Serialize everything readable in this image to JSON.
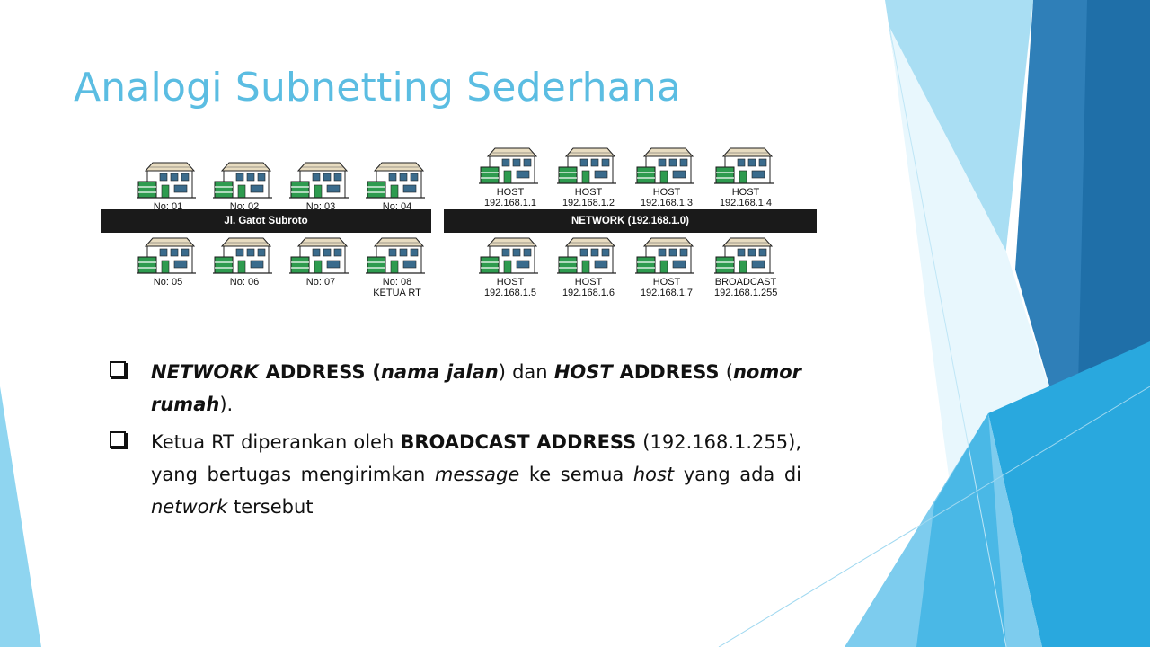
{
  "slide": {
    "title": "Analogi Subnetting Sederhana"
  },
  "left_street": {
    "name": "Jl. Gatot Subroto",
    "top_houses": [
      {
        "lines": [
          "No: 01"
        ]
      },
      {
        "lines": [
          "No: 02"
        ]
      },
      {
        "lines": [
          "No: 03"
        ]
      },
      {
        "lines": [
          "No: 04"
        ]
      }
    ],
    "bottom_houses": [
      {
        "lines": [
          "No: 05"
        ]
      },
      {
        "lines": [
          "No: 06"
        ]
      },
      {
        "lines": [
          "No: 07"
        ]
      },
      {
        "lines": [
          "No: 08",
          "KETUA RT"
        ]
      }
    ]
  },
  "right_street": {
    "name": "NETWORK (192.168.1.0)",
    "top_houses": [
      {
        "lines": [
          "HOST",
          "192.168.1.1"
        ]
      },
      {
        "lines": [
          "HOST",
          "192.168.1.2"
        ]
      },
      {
        "lines": [
          "HOST",
          "192.168.1.3"
        ]
      },
      {
        "lines": [
          "HOST",
          "192.168.1.4"
        ]
      }
    ],
    "bottom_houses": [
      {
        "lines": [
          "HOST",
          "192.168.1.5"
        ]
      },
      {
        "lines": [
          "HOST",
          "192.168.1.6"
        ]
      },
      {
        "lines": [
          "HOST",
          "192.168.1.7"
        ]
      },
      {
        "lines": [
          "BROADCAST",
          "192.168.1.255"
        ]
      }
    ]
  },
  "bullets": {
    "b1": {
      "network": "NETWORK",
      "address1": " ADDRESS (",
      "nama_jalan": "nama jalan",
      "dan": ") dan ",
      "host": "HOST",
      "address2": " ADDRESS",
      "open": " (",
      "nomor_rumah": "nomor rumah",
      "close": ")."
    },
    "b2": {
      "t1": "Ketua RT diperankan oleh ",
      "broadcast": "BROADCAST ADDRESS",
      "t2": " (192.168.1.255), yang bertugas mengirimkan ",
      "message": "message",
      "t3": " ke semua ",
      "host": "host",
      "t4": " yang ada di ",
      "network": "network",
      "t5": " tersebut"
    }
  },
  "colors": {
    "title": "#5bbde2",
    "accent_light": "#8fd5f0",
    "accent_mid": "#29a8de",
    "accent_dark": "#1f6fa8"
  }
}
